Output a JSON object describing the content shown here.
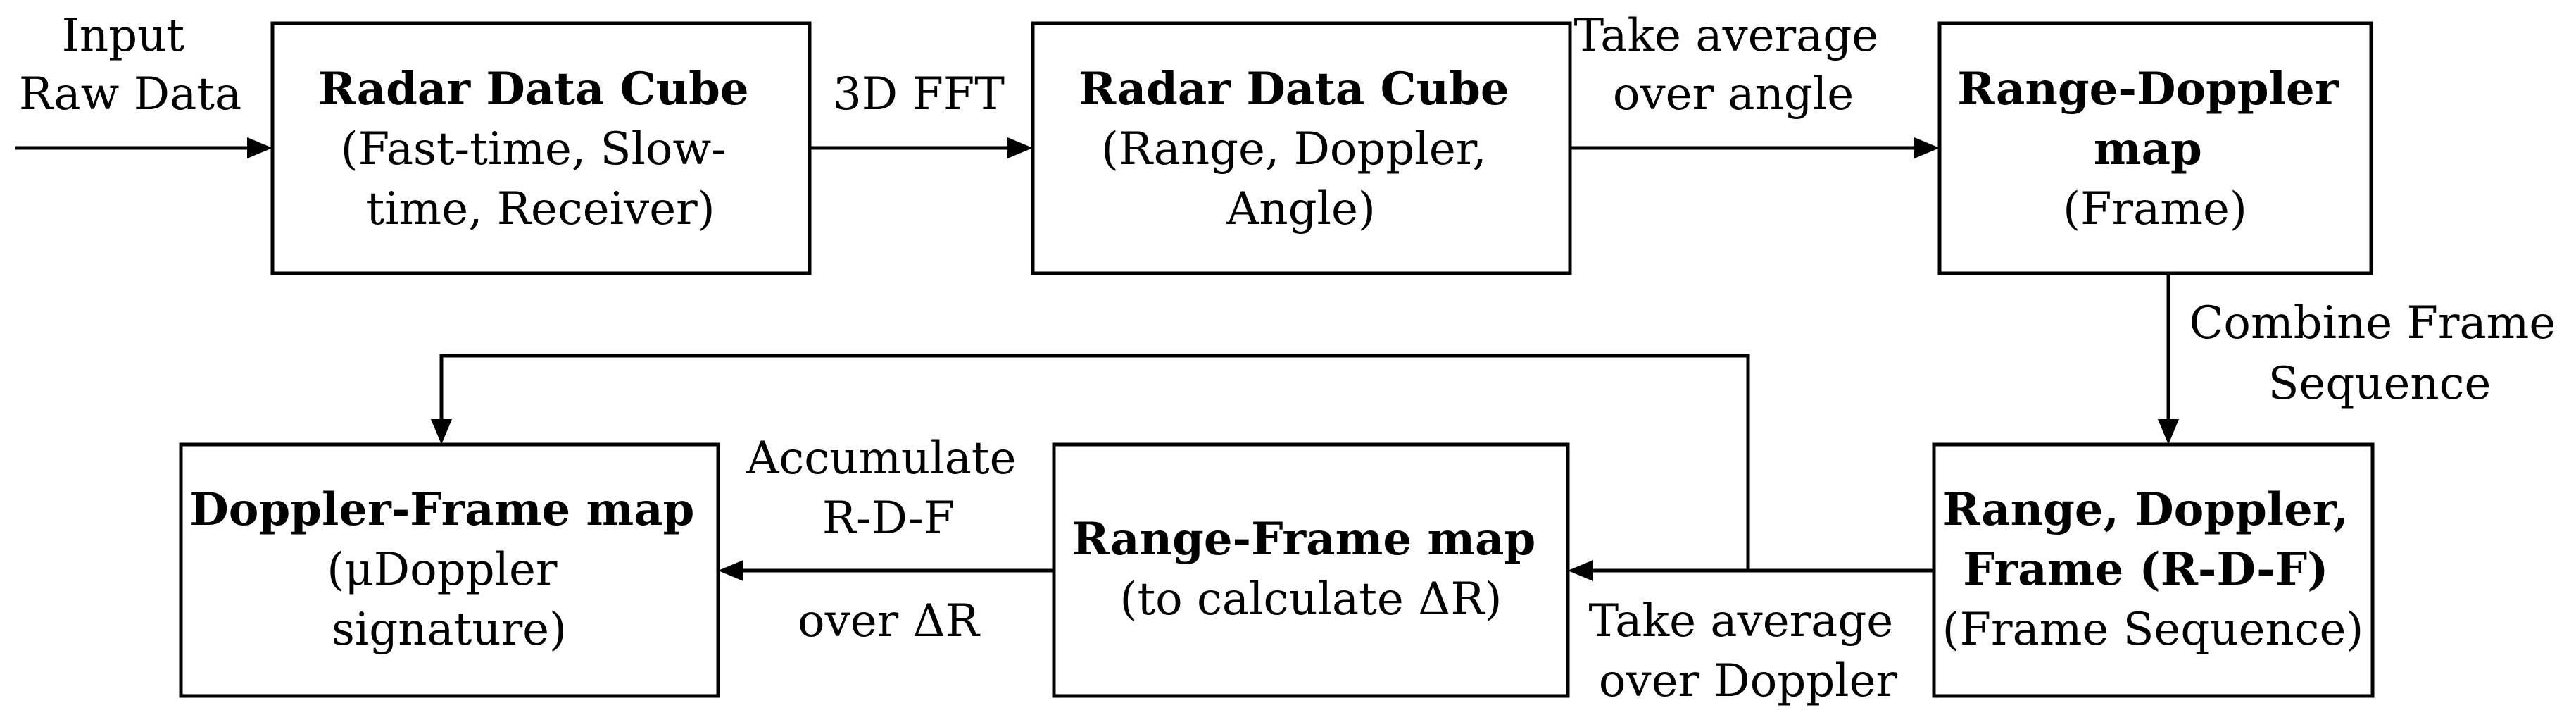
{
  "nodes": [
    {
      "id": "cube-raw",
      "lines": [
        {
          "text": "Radar Data Cube",
          "bold": true
        },
        {
          "text": "(Fast-time, Slow-",
          "bold": false
        },
        {
          "text": "time, Receiver)",
          "bold": false
        }
      ]
    },
    {
      "id": "cube-rda",
      "lines": [
        {
          "text": "Radar Data Cube",
          "bold": true
        },
        {
          "text": "(Range, Doppler,",
          "bold": false
        },
        {
          "text": "Angle)",
          "bold": false
        }
      ]
    },
    {
      "id": "range-doppler-map",
      "lines": [
        {
          "text": "Range-Doppler",
          "bold": true
        },
        {
          "text": "map",
          "bold": true
        },
        {
          "text": "(Frame)",
          "bold": false
        }
      ]
    },
    {
      "id": "rdf",
      "lines": [
        {
          "text": "Range, Doppler,",
          "bold": true
        },
        {
          "text": "Frame (R-D-F)",
          "bold": true
        },
        {
          "text": "(Frame Sequence)",
          "bold": false
        }
      ]
    },
    {
      "id": "range-frame-map",
      "lines": [
        {
          "text": "Range-Frame map",
          "bold": true
        },
        {
          "text": "(to calculate  ΔR)",
          "bold": false
        }
      ]
    },
    {
      "id": "doppler-frame-map",
      "lines": [
        {
          "text": "Doppler-Frame map",
          "bold": true
        },
        {
          "text": "(μDoppler",
          "bold": false
        },
        {
          "text": "signature)",
          "bold": false
        }
      ]
    }
  ],
  "edge_labels": [
    {
      "id": "input-raw-data",
      "lines": [
        "Input",
        "Raw Data"
      ]
    },
    {
      "id": "fft-3d",
      "lines": [
        "3D FFT"
      ]
    },
    {
      "id": "avg-angle",
      "lines": [
        "Take average",
        "over angle"
      ]
    },
    {
      "id": "combine-frames",
      "lines": [
        "Combine Frame",
        "Sequence"
      ]
    },
    {
      "id": "avg-doppler",
      "lines": [
        "Take average",
        "over Doppler"
      ]
    },
    {
      "id": "accumulate",
      "lines": [
        "Accumulate",
        "R-D-F"
      ]
    },
    {
      "id": "over-delta-r",
      "lines": [
        "over ΔR"
      ]
    }
  ]
}
